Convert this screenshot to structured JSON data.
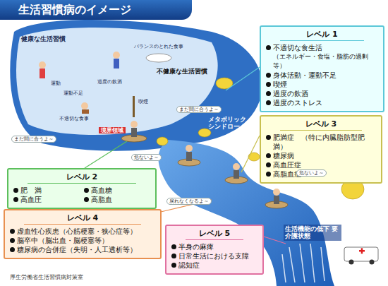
{
  "diagram": {
    "title": "生活習慣病のイメージ",
    "nodes": [
      {
        "text": [
          "レベル 1",
          "不適切な食生活",
          "（エネルギー・食塩・脂肪の過剰等）",
          "身体活動・運動不足",
          "喫煙",
          "過度の飲酒",
          "過度のストレス"
        ]
      },
      {
        "text": [
          "レベル 3",
          "肥満症　（特に内臓脂肪型肥満）",
          "糖尿病",
          "高血圧症",
          "高脂血症"
        ]
      },
      {
        "text": [
          "レベル 2",
          "肥　満",
          "高血糖",
          "高血圧",
          "高脂血"
        ]
      },
      {
        "text": [
          "レベル 4",
          "虚血性心疾患（心筋梗塞・狭心症等）",
          "脳卒中（脳出血・脳梗塞等）",
          "糖尿病の合併症（失明・人工透析等）"
        ]
      },
      {
        "text": [
          "レベル 5",
          "半身の麻痺",
          "日常生活における支障",
          "認知症"
        ]
      }
    ],
    "labels": [
      "健康な生活習慣",
      "バランスのとれた食事",
      "運動",
      "不健康な生活習慣",
      "運動不足",
      "過度の飲酒",
      "不適切な食事",
      "喫煙",
      "境界領域",
      "まだ間に合うよ～",
      "まだ間に合うよ～",
      "危ないよ～",
      "メタボリック シンドローム",
      "戻れなくなるよ～",
      "危ないよ～",
      "生活機能の低下 要介護状態",
      "厚生労働省生活習慣病対策室"
    ]
  }
}
